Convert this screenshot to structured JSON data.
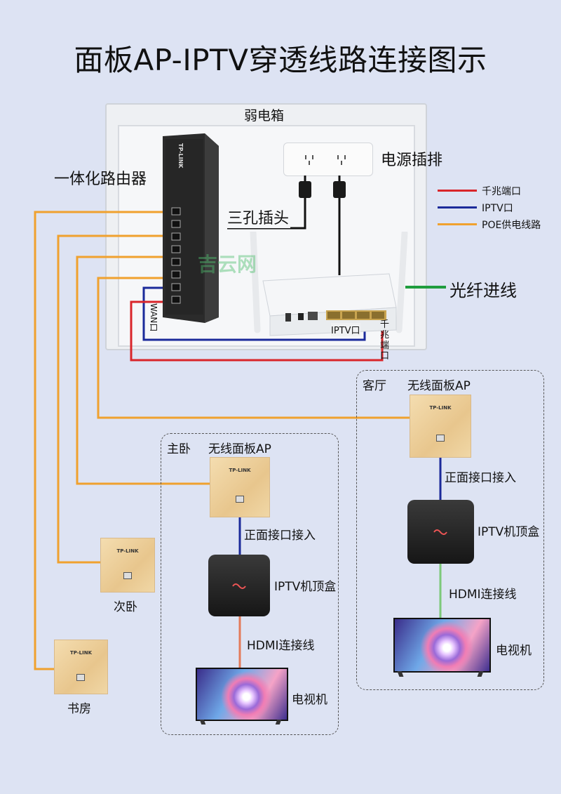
{
  "title": "面板AP-IPTV穿透线路连接图示",
  "weak_box": {
    "label": "弱电箱",
    "router_label": "一体化路由器",
    "power_strip_label": "电源插排",
    "plug_label": "三孔插头",
    "fiber_label": "光纤进线",
    "wan_port_label": "WAN口",
    "iptv_port_label": "IPTV口",
    "gigabit_port_label": "千兆端口",
    "switch_brand": "TP-LINK"
  },
  "legend": [
    {
      "label": "千兆端口",
      "color": "#d9252a"
    },
    {
      "label": "IPTV口",
      "color": "#1b2a9a"
    },
    {
      "label": "POE供电线路",
      "color": "#f0a12e"
    }
  ],
  "colors": {
    "fiber": "#1f9d3e",
    "hdmi_living": "#7dc97a",
    "hdmi_master": "#e37a5a"
  },
  "living_room": {
    "room": "客厅",
    "ap_label": "无线面板AP",
    "front_port_label": "正面接口接入",
    "stb_label": "IPTV机顶盒",
    "hdmi_label": "HDMI连接线",
    "tv_label": "电视机"
  },
  "master_bedroom": {
    "room": "主卧",
    "ap_label": "无线面板AP",
    "front_port_label": "正面接口接入",
    "stb_label": "IPTV机顶盒",
    "hdmi_label": "HDMI连接线",
    "tv_label": "电视机"
  },
  "second_bedroom": {
    "label": "次卧"
  },
  "study": {
    "label": "书房"
  },
  "panel_brand": "TP-LINK",
  "watermark": "吉云网"
}
